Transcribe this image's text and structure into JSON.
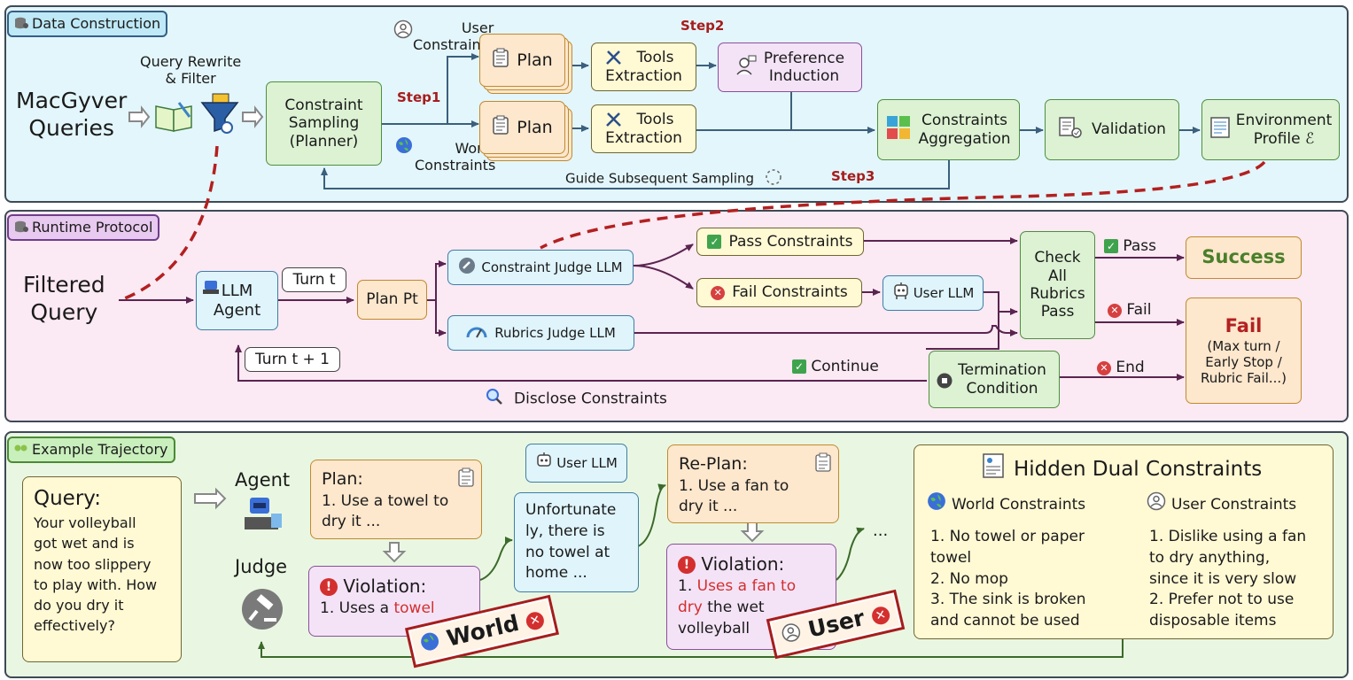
{
  "colors": {
    "data_panel": "#e3f6fb",
    "runtime_panel": "#fbe9f3",
    "example_panel": "#e9f7e2",
    "step_red": "#a61c1c",
    "success_green": "#4a7f2a",
    "fail_red": "#b32020",
    "dash_red": "#b32020"
  },
  "sections": {
    "data_construction": "Data Construction",
    "runtime_protocol": "Runtime Protocol",
    "example_trajectory": "Example Trajectory"
  },
  "data_construction": {
    "macgyver_queries": "MacGyver\nQueries",
    "query_rewrite": "Query Rewrite\n& Filter",
    "constraint_sampling": "Constraint\nSampling\n(Planner)",
    "user_constraints": "User\nConstraints",
    "world_constraints": "World\nConstraints",
    "step1": "Step1",
    "step2": "Step2",
    "step3": "Step3",
    "plan_top": "Plan",
    "plan_bottom": "Plan",
    "tools_top": "Tools\nExtraction",
    "tools_bottom": "Tools\nExtraction",
    "preference_induction": "Preference\nInduction",
    "constraints_aggregation": "Constraints\nAggregation",
    "validation": "Validation",
    "environment_profile": "Environment\nProfile ℰ",
    "guide_subsequent": "Guide Subsequent Sampling"
  },
  "runtime": {
    "filtered_query": "Filtered\nQuery",
    "llm_agent": "LLM\nAgent",
    "turn_t": "Turn t",
    "turn_t1": "Turn t + 1",
    "plan_pt": "Plan Pt",
    "constraint_judge": "Constraint Judge LLM",
    "rubrics_judge": "Rubrics Judge LLM",
    "pass_constraints": "Pass Constraints",
    "fail_constraints": "Fail Constraints",
    "user_llm": "User LLM",
    "check_all": "Check\nAll\nRubrics\nPass",
    "pass": "Pass",
    "fail": "Fail",
    "success": "Success",
    "fail_box_title": "Fail",
    "fail_box_detail": "(Max turn /\nEarly Stop /\nRubric Fail...)",
    "continue": "Continue",
    "end": "End",
    "termination": "Termination\nCondition",
    "disclose": "Disclose Constraints"
  },
  "example": {
    "query_label": "Query",
    "query_text": "Your volleyball\ngot wet and is\nnow too slippery\nto play with. How\ndo you dry it\neffectively?",
    "agent": "Agent",
    "judge": "Judge",
    "plan_title": "Plan:",
    "plan_text": "1. Use a towel to\ndry it ...",
    "violation1_title": "Violation:",
    "violation1_prefix": "1. Uses a ",
    "violation1_red": "towel",
    "user_llm": "User LLM",
    "user_reply": "Unfortunate\nly, there is\nno towel at\nhome ...",
    "replan_title": "Re-Plan:",
    "replan_text": "1. Use a fan to\ndry it ...",
    "violation2_title": "Violation:",
    "violation2_prefix": "1. ",
    "violation2_red": "Uses a fan to\ndry",
    "violation2_suffix": " the wet\nvolleyball",
    "ellipsis": "...",
    "world_stamp": "World",
    "user_stamp": "User",
    "hidden_title": "Hidden Dual Constraints",
    "world_header": "World Constraints",
    "user_header": "User Constraints",
    "world_list": "1. No towel or paper\ntowel\n2. No mop\n3. The sink is broken\nand cannot be used",
    "user_list": "1. Dislike using a fan\nto dry anything,\nsince it is very slow\n2. Prefer not to use\ndisposable items"
  }
}
